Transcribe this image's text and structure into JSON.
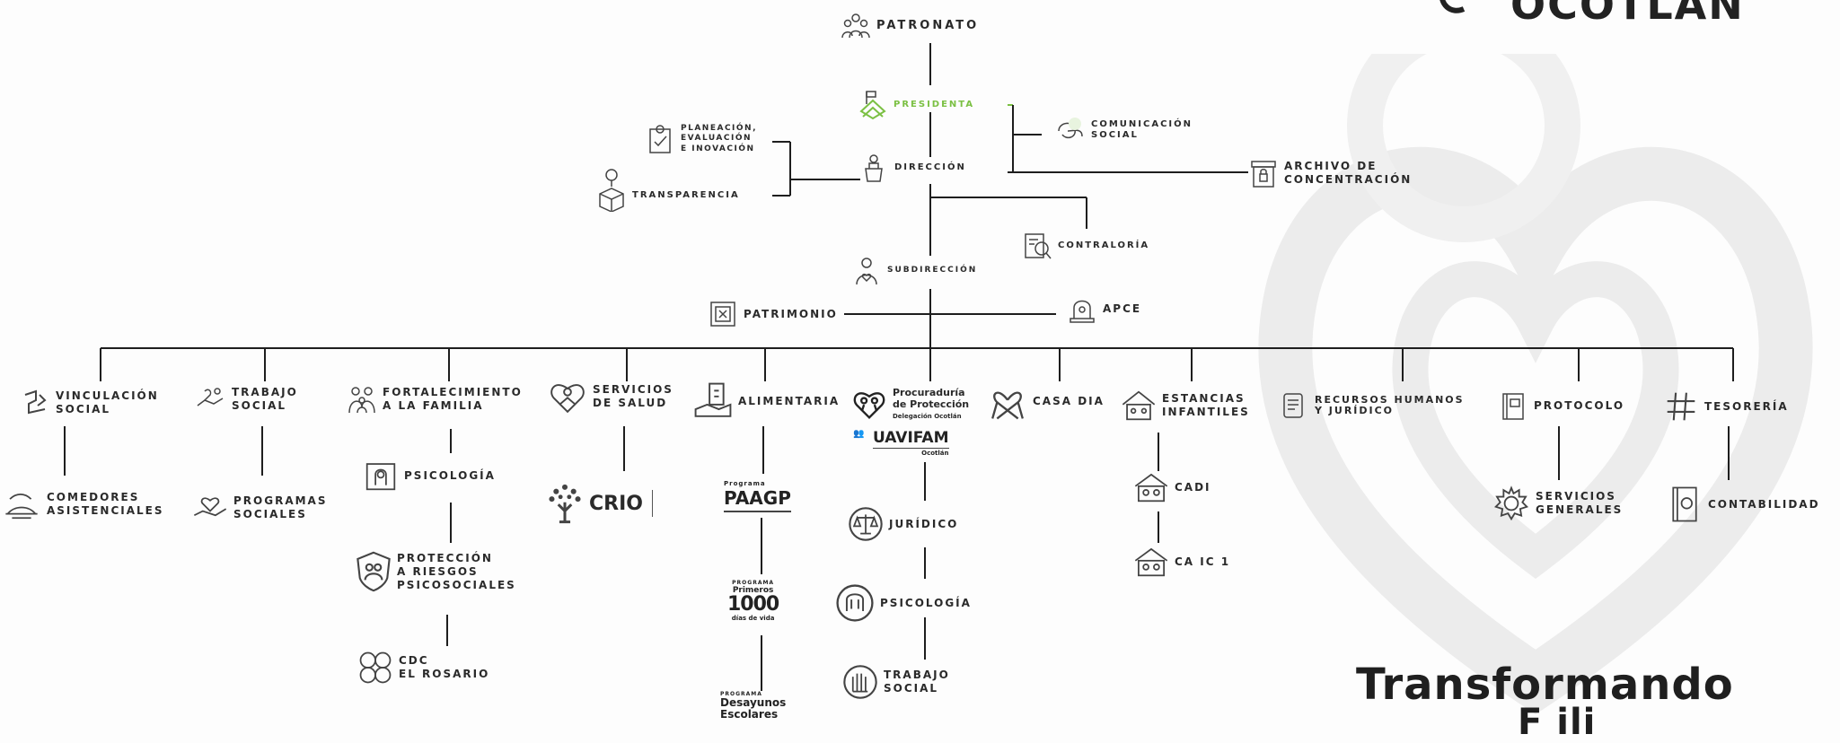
{
  "brand": {
    "logo_text": "OCOTLAN",
    "slogan": "Transformando"
  },
  "colors": {
    "presidenta": "#7bc043",
    "line": "#1e1e1e",
    "text": "#2a2a2a",
    "watermark": "#e6e6e6"
  },
  "nodes": {
    "patronato": "PATRONATO",
    "presidenta": "PRESIDENTA",
    "comunicacion": "COMUNICACIÓN\nSOCIAL",
    "planeacion": "PLANEACIÓN,\nEVALUACIÓN\nE INOVACIÓN",
    "transparencia": "TRANSPARENCIA",
    "direccion": "DIRECCIÓN",
    "archivo": "ARCHIVO DE\nCONCENTRACIÓN",
    "contraloria": "CONTRALORÍA",
    "subdireccion": "SUBDIRECCIÓN",
    "patrimonio": "PATRIMONIO",
    "apce": "APCE",
    "vinculacion": "VINCULACIÓN\nSOCIAL",
    "trabajo_social": "TRABAJO\nSOCIAL",
    "fortalecimiento": "FORTALECIMIENTO\nA LA FAMILIA",
    "servicios_salud": "SERVICIOS\nDE SALUD",
    "alimentaria": "ALIMENTARIA",
    "procuraduria": "Procuraduría\nde Protección",
    "procuraduria_sub": "Delegación Ocotlán",
    "casa_dia": "CASA DIA",
    "estancias": "ESTANCIAS\nINFANTILES",
    "recursos": "RECURSOS HUMANOS\nY JURÍDICO",
    "protocolo": "PROTOCOLO",
    "tesoreria": "TESORERÍA",
    "comedores": "COMEDORES\nASISTENCIALES",
    "programas": "PROGRAMAS\nSOCIALES",
    "psicologia_fam": "PSICOLOGÍA",
    "proteccion": "PROTECCIÓN\nA RIESGOS\nPSICOSOCIALES",
    "cdc": "CDC\nEL ROSARIO",
    "crio": "CRIO",
    "paagp_label": "Programa",
    "paagp": "PAAGP",
    "mil_label": "PROGRAMA",
    "mil_primeros": "Primeros",
    "mil": "1000",
    "mil_dias": "días de vida",
    "desayunos_label": "PROGRAMA",
    "desayunos": "Desayunos\nEscolares",
    "uavifam": "UAVIFAM",
    "uavifam_sub": "Ocotlán",
    "juridico": "JURÍDICO",
    "psicologia_proc": "PSICOLOGÍA",
    "trabajo_social_proc": "TRABAJO\nSOCIAL",
    "cadi": "CADI",
    "caic": "CA IC 1",
    "servicios_generales": "SERVICIOS\nGENERALES",
    "contabilidad": "CONTABILIDAD"
  }
}
